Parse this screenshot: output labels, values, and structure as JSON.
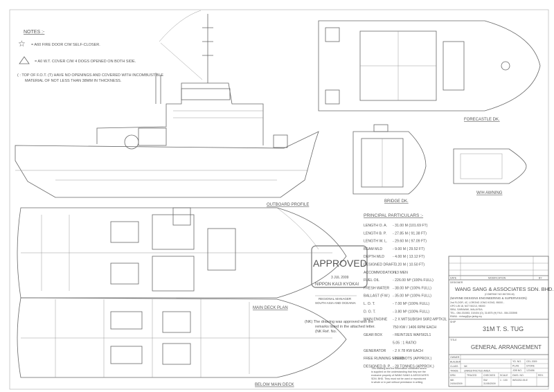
{
  "notes": {
    "heading": "NOTES :-",
    "items": [
      {
        "icon": "star-icon",
        "text": "= A60 FIRE DOOR C/W SELF-CLOSER."
      },
      {
        "icon": "triangle-icon",
        "text": "= A0 W.T. COVER C/W 4 DOGS OPENED ON BOTH SIDE."
      },
      {
        "icon": "bracket-icon",
        "text": "( : TOP OF F.O.T. (T) HAVE NO OPENINGS AND COVERED WITH INCOMBUSTIBLE",
        "text2": "MATERIAL OF NOT LESS THAN 38MM IN THICKNESS."
      }
    ]
  },
  "views": {
    "outboard_profile": "OUTBOARD PROFILE",
    "main_deck_plan": "MAIN DECK PLAN",
    "below_main_deck": "BELOW MAIN DECK",
    "forecastle_deck": "FORECASTLE DK.",
    "bridge_deck": "BRIDGE DK.",
    "wh_awning": "W/H AWNING"
  },
  "particulars": {
    "heading": "PRINCIPAL PARTICULARS :-",
    "rows": [
      {
        "label": "LENGTH O. A.",
        "value": "- 31.00 M (101.69 FT)"
      },
      {
        "label": "LENGTH B. P.",
        "value": "- 27.85 M ( 91.38 FT)"
      },
      {
        "label": "LENGTH W. L.",
        "value": "- 29.60 M ( 97.09 FT)"
      },
      {
        "label": "BEAM MLD",
        "value": "- 9.00 M ( 29.52 FT)"
      },
      {
        "label": "DEPTH MLD",
        "value": "- 4.00 M ( 13.12 FT)"
      },
      {
        "label": "DESIGNED DRAFT",
        "value": "- 3.20 M ( 10.50 FT)"
      },
      {
        "label": "ACCOMMODATION",
        "value": "- 13 MEN"
      },
      {
        "label": "FUEL OIL",
        "value": "- 226.00 M³ (100% FULL)"
      },
      {
        "label": "FRESH WATER",
        "value": "- 38.00 M³ (100% FULL)"
      },
      {
        "label": "BALLAST (F.W.)",
        "value": "- 35.00 M³ (100% FULL)"
      },
      {
        "label": "L. O. T.",
        "value": "- 7.00 M³ (100% FULL)"
      },
      {
        "label": "D. O. T.",
        "value": "- 3.80 M³ (100% FULL)"
      },
      {
        "label": "MAIN ENGINE",
        "value": "- 2 X MITSUBISHI S6R2-MPTK3L"
      },
      {
        "label": "",
        "value": "750 KW / 1406 RPM EACH"
      },
      {
        "label": "GEAR BOX",
        "value": "- REINTJES WAF562L1"
      },
      {
        "label": "",
        "value": "5.05 : 1 RATIO"
      },
      {
        "label": "GENERATOR",
        "value": "- 2 X 78 KW EACH"
      },
      {
        "label": "FREE RUNNING SPEED",
        "value": "- 10 KNOTS (APPROX.)"
      },
      {
        "label": "DESIGNED B. P.",
        "value": "- 28 TONNES (APPROX.)"
      }
    ]
  },
  "stamp": {
    "word": "APPROVED",
    "date": "3 JUL 2009",
    "society": "NIPPON KAIJI KYOKAI",
    "signatory": "REGIONAL MANAGER",
    "region": "SOUTH ASIA AND OCEANIA",
    "remark1": "(NK) The drawing was approved with the",
    "remark2": "remarks listed in the attached letter.",
    "remark3": "(NK Ref. No."
  },
  "disclaimer": [
    "This drawing and the information contained herein",
    "is supplied on the understanding that they are the",
    "exclusive property of WANG SANG & ASSOCIATES",
    "SDN. BHD. They must not be used or reproduced",
    "in whole or in part without permission in writing"
  ],
  "title_block": {
    "rev_headers": {
      "date": "DATE",
      "modification": "MODIFICATION",
      "by": "BY"
    },
    "designer_label": "DESIGNER",
    "company": "WANG SANG & ASSOCIATES SDN. BHD.",
    "company_no": "(COMPANY NO.567290-M)",
    "services": "(MARINE DESIGNS ENGINEERING & SUPERVISION)",
    "address": [
      "2nd FLOOR, 4C, LORONG JONG KONG, 95000 ;",
      "GPO L/B 18, NOT 50213, 95000",
      "SIBU, SARAWAK, MALAYSIA.",
      "TEL:- 084-331583, 310404 (O), 314575 (H)  FAX:- 084-333598",
      "EMAIL : richwg@po.jaring.my"
    ],
    "ship_label": "SHIP",
    "ship": "31M T. S. TUG",
    "title_label": "TITLE",
    "title": "GENERAL ARRANGEMENT",
    "fields": [
      {
        "label": "OWNER",
        "value": ""
      },
      {
        "label": "BUILDER",
        "value": ""
      },
      {
        "label": "CLASS",
        "value": "NK"
      },
      {
        "label": "TRADE",
        "value": "UNRESTRICTED AREA"
      }
    ],
    "right_fields": [
      {
        "label": "YD. NO.",
        "value": "CEL 2009"
      },
      {
        "label": "PLAN",
        "value": "STORE"
      },
      {
        "label": "JOB NO.",
        "value": "123456"
      }
    ],
    "bottom_headers": [
      "DRN",
      "TRACED",
      "CHECKED",
      "SCALE",
      "DWG. NO.",
      "REV."
    ],
    "bottom_values": [
      "WK\n24/04/2009",
      "",
      "SW\n31/05/2009",
      "1 : 100",
      "WS0232-09-E",
      ""
    ]
  }
}
